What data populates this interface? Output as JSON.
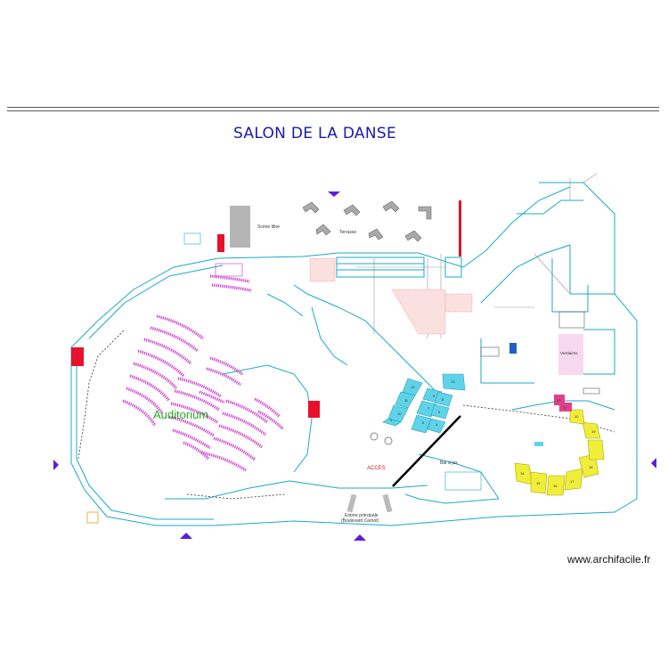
{
  "title": "SALON DE LA DANSE",
  "footer": "www.archifacile.fr",
  "labels": {
    "scene_libre": "Scène libre",
    "terrasse": "Terrasse",
    "auditorium": "Auditorium",
    "vestiaires": "Vestiaires",
    "acces": "ACCES",
    "bar_a_jus": "Bar à jus",
    "entree_line1": "Entrée principale",
    "entree_line2": "(Boulevard Carnot)",
    "stands_teal": [
      "13",
      "12",
      "11",
      "10",
      "9",
      "8",
      "7",
      "6",
      "5",
      "4",
      "3"
    ],
    "stands_yellow": [
      "14",
      "15",
      "16",
      "17",
      "18",
      "19",
      "20"
    ],
    "stands_pink": [
      "21",
      "22"
    ]
  },
  "colors": {
    "title": "#1a1aa8",
    "auditorium_text": "#22aa22",
    "seats": "#cc33cc",
    "stands_teal": "#5fd3e8",
    "stands_yellow": "#f0ee3a",
    "stands_pink": "#e0408a",
    "red_blocks": "#e8102a",
    "markers": "#5a1ee0",
    "walls": "#19a9c9"
  }
}
